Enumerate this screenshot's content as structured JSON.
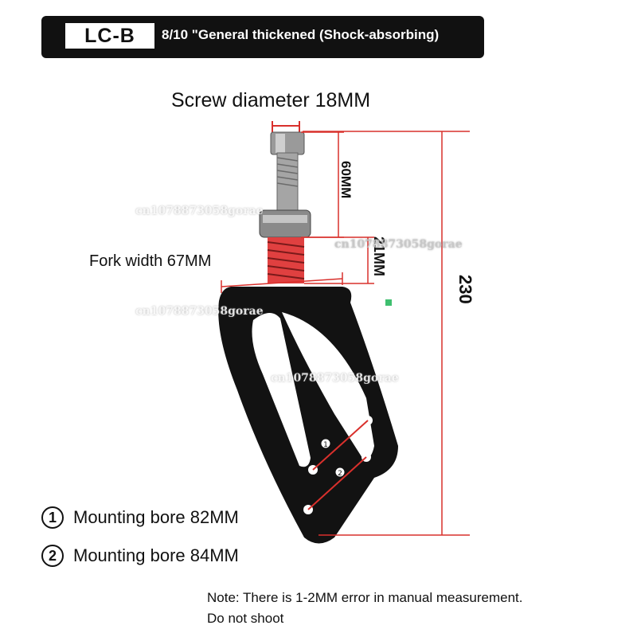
{
  "header": {
    "model_code": "LC-B",
    "description": "8/10 \"General thickened (Shock-absorbing)"
  },
  "labels": {
    "screw_diameter": "Screw diameter 18MM",
    "fork_width": "Fork width 67MM",
    "length_60": "60MM",
    "length_21": "21MM",
    "length_230": "230"
  },
  "legend": [
    {
      "marker": "1",
      "text": "Mounting bore 82MM"
    },
    {
      "marker": "2",
      "text": "Mounting bore 84MM"
    }
  ],
  "note": {
    "line1": "Note: There is 1-2MM error in manual measurement.",
    "line2": "Do not shoot"
  },
  "watermarks": [
    "cn1078873058gorae",
    "cn1078873058gorae",
    "cn1078873058gorae",
    "cn1078873058gorae"
  ],
  "colors": {
    "header_bg": "#111111",
    "dimension_line": "#d9302c",
    "spring": "#e04040",
    "fork": "#121212"
  }
}
